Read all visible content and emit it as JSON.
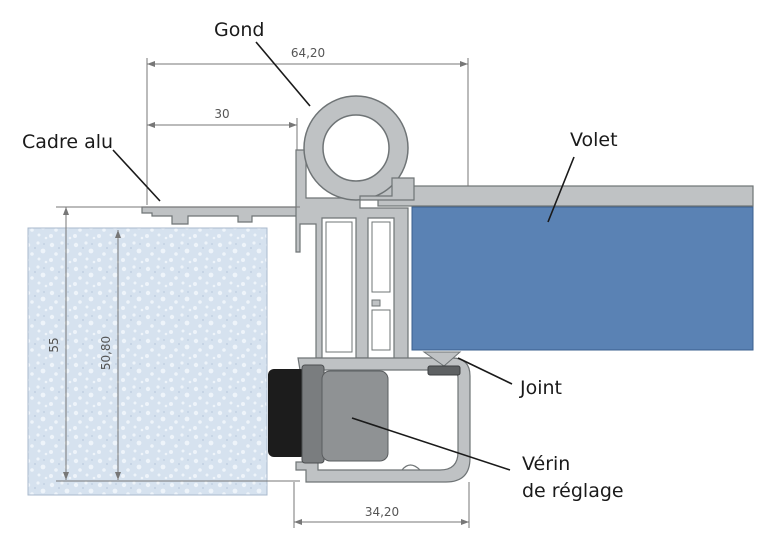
{
  "labels": {
    "gond": "Gond",
    "cadre": "Cadre alu",
    "volet": "Volet",
    "joint": "Joint",
    "verin_1": "Vérin",
    "verin_2": "de réglage"
  },
  "dimensions": {
    "total_width": "64,20",
    "frame_width": "30",
    "height_outer": "55",
    "height_inner": "50,80",
    "bottom_width": "34,20"
  },
  "colors": {
    "concrete": "#d6e2ef",
    "concrete_speckle": "#eef4fa",
    "aluminum": "#bfc2c4",
    "aluminum_stroke": "#6f7476",
    "volet": "#5a82b4",
    "volet_stroke": "#3a5f8e",
    "cap_dark": "#1c1c1c",
    "cylinder": "#8f9294",
    "dim_line": "#777777"
  }
}
